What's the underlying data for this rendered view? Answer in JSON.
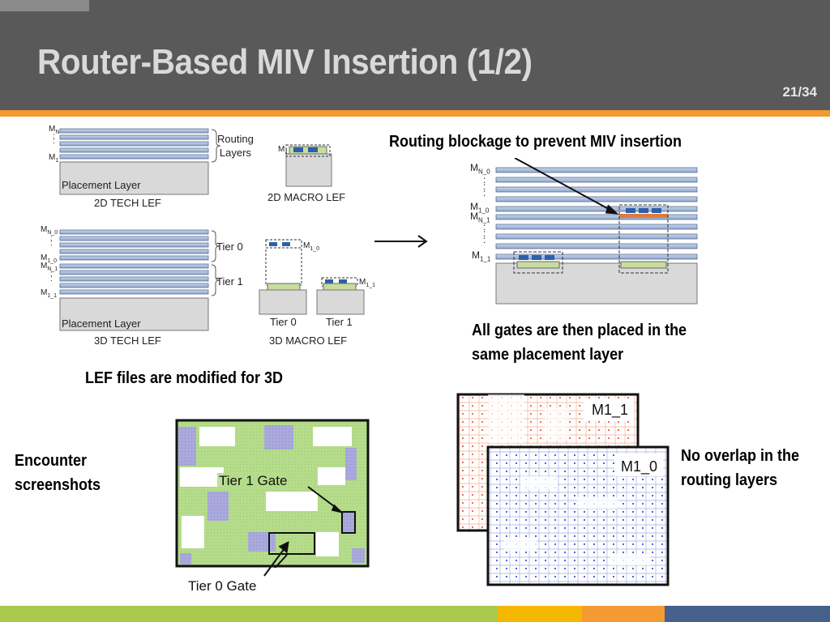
{
  "slide": {
    "title": "Router-Based MIV Insertion (1/2)",
    "page": "21/34"
  },
  "left_fig": {
    "mn": "M",
    "mn_sub": "N",
    "m1": "M",
    "m1_sub": "1",
    "routing_layers": "Routing",
    "routing_layers2": "Layers",
    "placement_layer": "Placement Layer",
    "tech_2d": "2D TECH LEF",
    "macro_2d": "2D MACRO LEF",
    "macro_m1": "M",
    "macro_m1_sub": "1",
    "mn0": "M",
    "mn0_sub": "N_0",
    "m10": "M",
    "m10_sub": "1_0",
    "mn1": "M",
    "mn1_sub": "N_1",
    "m11": "M",
    "m11_sub": "1_1",
    "tier0_label": "Tier 0",
    "tier1_label": "Tier 1",
    "placement_layer_3d": "Placement Layer",
    "tech_3d": "3D TECH LEF",
    "macro_3d": "3D MACRO LEF",
    "macro_tier0": "Tier 0",
    "macro_tier1": "Tier 1",
    "macro_m10": "M",
    "macro_m10_sub": "1_0",
    "macro_m11": "M",
    "macro_m11_sub": "1_1"
  },
  "caption_lef": "LEF files are modified for 3D",
  "right_fig": {
    "blockage_text": "Routing blockage to prevent MIV insertion",
    "mn0": "M",
    "mn0_sub": "N_0",
    "m10": "M",
    "m10_sub": "1_0",
    "mn1": "M",
    "mn1_sub": "N_1",
    "m11": "M",
    "m11_sub": "1_1",
    "caption1": "All gates are then placed in the",
    "caption2": "same placement layer"
  },
  "encounter": {
    "label1": "Encounter",
    "label2": "screenshots",
    "tier1_gate": "Tier 1 Gate",
    "tier0_gate": "Tier 0 Gate"
  },
  "routing": {
    "m1_1": "M1_1",
    "m1_0": "M1_0",
    "caption1": "No overlap in the",
    "caption2": "routing layers"
  },
  "colors": {
    "header": "#595959",
    "accent_orange": "#f39a33",
    "footer_green": "#a9c94a",
    "footer_yellow": "#f5b800",
    "footer_orange": "#f39a33",
    "footer_blue": "#45608a"
  }
}
